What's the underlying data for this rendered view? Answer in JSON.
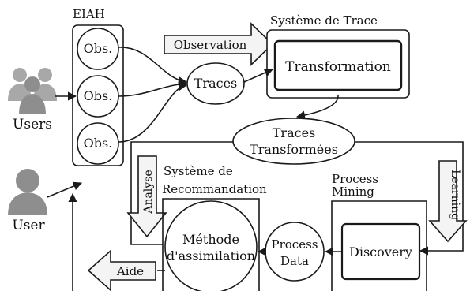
{
  "labels": {
    "eiah": "EIAH",
    "obs": [
      "Obs.",
      "Obs.",
      "Obs."
    ],
    "users": "Users",
    "user": "User",
    "observation": "Observation",
    "traces": "Traces",
    "systeme_trace": "Système de Trace",
    "transformation": "Transformation",
    "traces_transformees_1": "Traces",
    "traces_transformees_2": "Transformées",
    "analyse": "Analyse",
    "learning": "Learning",
    "systeme_reco_1": "Système de",
    "systeme_reco_2": "Recommandation",
    "process_mining_1": "Process",
    "process_mining_2": "Mining",
    "methode_1": "Méthode",
    "methode_2": "d'assimilation",
    "process_data_1": "Process",
    "process_data_2": "Data",
    "discovery": "Discovery",
    "aide": "Aide"
  },
  "colors": {
    "stroke": "#1a1a1a",
    "user_icon": "#8e8e8e",
    "block_arrow_fill": "#f4f4f4"
  },
  "icons": [
    "users-group-icon",
    "user-icon"
  ]
}
